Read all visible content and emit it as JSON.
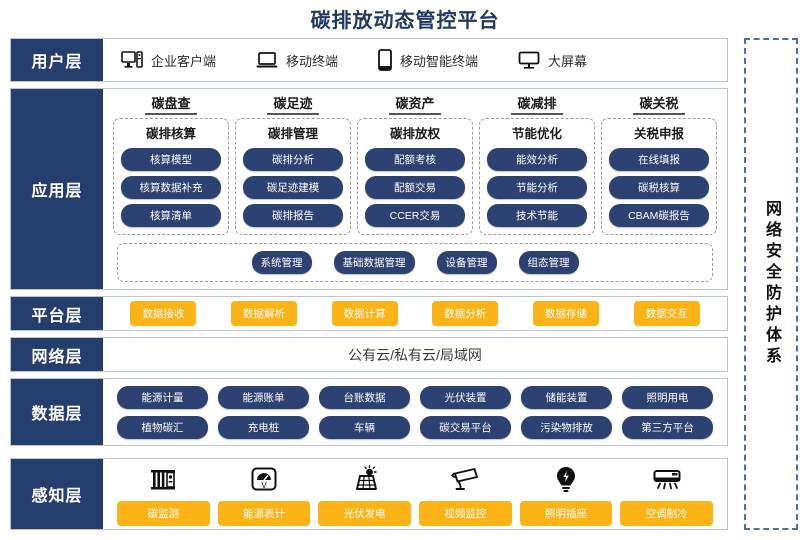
{
  "title": "碳排放动态管控平台",
  "colors": {
    "navy": "#243e6e",
    "pill_navy": "#2b4272",
    "amber": "#fbb316",
    "title": "#1f3864",
    "security_border": "#4a6fa5"
  },
  "security": {
    "label": "网络安全防护体系"
  },
  "layers": {
    "user": {
      "label": "用户层",
      "items": [
        {
          "icon": "desktop-tower-icon",
          "label": "企业客户端"
        },
        {
          "icon": "laptop-icon",
          "label": "移动终端"
        },
        {
          "icon": "smartphone-icon",
          "label": "移动智能终端"
        },
        {
          "icon": "monitor-icon",
          "label": "大屏幕"
        }
      ]
    },
    "app": {
      "label": "应用层",
      "groups": [
        {
          "head": "碳盘查",
          "sub": "碳排核算",
          "items": [
            "核算模型",
            "核算数据补充",
            "核算清单"
          ]
        },
        {
          "head": "碳足迹",
          "sub": "碳排管理",
          "items": [
            "碳排分析",
            "碳足迹建模",
            "碳排报告"
          ]
        },
        {
          "head": "碳资产",
          "sub": "碳排放权",
          "items": [
            "配额考核",
            "配额交易",
            "CCER交易"
          ]
        },
        {
          "head": "碳减排",
          "sub": "节能优化",
          "items": [
            "能效分析",
            "节能分析",
            "技术节能"
          ]
        },
        {
          "head": "碳关税",
          "sub": "关税申报",
          "items": [
            "在线填报",
            "碳税核算",
            "CBAM碳报告"
          ]
        }
      ],
      "common": [
        "系统管理",
        "基础数据管理",
        "设备管理",
        "组态管理"
      ]
    },
    "platform": {
      "label": "平台层",
      "items": [
        "数据接收",
        "数据解析",
        "数据计算",
        "数据分析",
        "数据存储",
        "数据交互"
      ]
    },
    "network": {
      "label": "网络层",
      "text": "公有云/私有云/局域网"
    },
    "data": {
      "label": "数据层",
      "row1": [
        "能源计量",
        "能源账单",
        "台账数据",
        "光伏装置",
        "储能装置",
        "照明用电"
      ],
      "row2": [
        "植物碳汇",
        "充电桩",
        "车辆",
        "碳交易平台",
        "污染物排放",
        "第三方平台"
      ]
    },
    "sense": {
      "label": "感知层",
      "items": [
        {
          "icon": "carbon-monitor-icon",
          "label": "碳监测"
        },
        {
          "icon": "energy-meter-icon",
          "label": "能源表计"
        },
        {
          "icon": "solar-panel-icon",
          "label": "光伏发电"
        },
        {
          "icon": "cctv-camera-icon",
          "label": "视频监控"
        },
        {
          "icon": "light-bulb-icon",
          "label": "照明插座"
        },
        {
          "icon": "air-conditioner-icon",
          "label": "空调制冷"
        }
      ]
    }
  }
}
